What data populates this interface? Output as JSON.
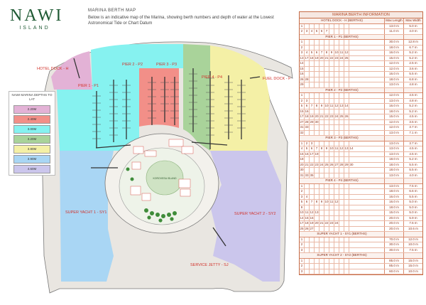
{
  "logo": {
    "main": "NAWI",
    "sub": "ISLAND"
  },
  "header": {
    "title": "MARINA BERTH MAP",
    "description": "Below is an indicative map of the Marina, showing berth numbers and depth of water at the Lowest Astronomical Tide or Chart Datum"
  },
  "legend": {
    "title": "NAWI MARINA DEPTHS TO LAT",
    "items": [
      {
        "label": "2.20M",
        "color": "#e3b2d6"
      },
      {
        "label": "2.40M",
        "color": "#f28f88"
      },
      {
        "label": "3.00M",
        "color": "#86f2f0"
      },
      {
        "label": "3.20M",
        "color": "#a9d39a"
      },
      {
        "label": "3.80M",
        "color": "#f4f0a6"
      },
      {
        "label": "3.90M",
        "color": "#a9d6f4"
      },
      {
        "label": "4.60M",
        "color": "#cbc6ec"
      }
    ]
  },
  "map": {
    "zones": {
      "hotel": {
        "color": "#e3b2d6"
      },
      "p1": {
        "color": "#86f2f0"
      },
      "p2": {
        "color": "#f28f88"
      },
      "p3": {
        "color": "#a9d39a"
      },
      "p4": {
        "color": "#f4f0a6"
      },
      "sy1": {
        "color": "#a9d6f4"
      },
      "sy2": {
        "color": "#cbc6ec"
      }
    },
    "labels": {
      "hotel_dock": "HOTEL DOCK - H",
      "pier1": "PIER 1 - P1",
      "pier2": "PIER 2 - P2",
      "pier3": "PIER 3 - P3",
      "pier4": "PIER 4 - P4",
      "fuel_dock": "FUEL DOCK - F",
      "sy1": "SUPER YACHT 1 - SY1",
      "sy2": "SUPER YACHT 2 - SY2",
      "service": "SERVICE JETTY - SJ",
      "island": "KOROVESA ISLAND"
    },
    "label_color": "#d1322b"
  },
  "table": {
    "title": "MARINA BERTH INFORMATION",
    "sections": [
      {
        "title": "HOTEL DOCK - H (BERTHS)",
        "h1": "Max Length",
        "h2": "Max Width",
        "rows": [
          {
            "nums": [
              "1"
            ],
            "len": "13.0 m",
            "wid": "5.0 m"
          },
          {
            "nums": [
              "2",
              "3",
              "4",
              "5",
              "6",
              "7"
            ],
            "len": "11.0 m",
            "wid": "4.0 m"
          }
        ]
      },
      {
        "title": "PIER 1 - P1 (BERTHS)",
        "h1": "",
        "h2": "",
        "rows": [
          {
            "nums": [
              "1"
            ],
            "len": "30.0 m",
            "wid": "12.8 m"
          },
          {
            "nums": [
              "2"
            ],
            "len": "18.0 m",
            "wid": "6.7 m"
          },
          {
            "nums": [
              "3",
              "4",
              "5",
              "6",
              "7",
              "8",
              "9",
              "10",
              "11",
              "12"
            ],
            "len": "16.0 m",
            "wid": "5.2 m"
          },
          {
            "nums": [
              "13",
              "17",
              "18",
              "19",
              "20",
              "21",
              "22",
              "23",
              "24",
              "25"
            ],
            "len": "15.0 m",
            "wid": "5.2 m"
          },
          {
            "nums": [
              "14"
            ],
            "len": "12.0 m",
            "wid": "2.5 m"
          },
          {
            "nums": [
              "15"
            ],
            "len": "12.0 m",
            "wid": "3.6 m"
          },
          {
            "nums": [
              "16"
            ],
            "len": "16.0 m",
            "wid": "5.5 m"
          },
          {
            "nums": [
              "26",
              "28"
            ],
            "len": "18.0 m",
            "wid": "6.8 m"
          },
          {
            "nums": [
              "29"
            ],
            "len": "13.0 m",
            "wid": "4.8 m"
          }
        ]
      },
      {
        "title": "PIER 2 - P2 (BERTHS)",
        "h1": "",
        "h2": "",
        "rows": [
          {
            "nums": [
              "1"
            ],
            "len": "12.0 m",
            "wid": "4.5 m"
          },
          {
            "nums": [
              "2",
              "3"
            ],
            "len": "13.0 m",
            "wid": "4.8 m"
          },
          {
            "nums": [
              "5",
              "6",
              "7",
              "8",
              "9",
              "10",
              "11",
              "12",
              "13",
              "14"
            ],
            "len": "16.0 m",
            "wid": "5.2 m"
          },
          {
            "nums": [
              "15",
              "16"
            ],
            "len": "18.0 m",
            "wid": "5.2 m"
          },
          {
            "nums": [
              "17",
              "18",
              "19",
              "20",
              "21",
              "22",
              "23",
              "24",
              "25",
              "26"
            ],
            "len": "15.0 m",
            "wid": "4.5 m"
          },
          {
            "nums": [
              "27",
              "28",
              "29",
              "30"
            ],
            "len": "12.0 m",
            "wid": "3.5 m"
          },
          {
            "nums": [
              "31",
              "33"
            ],
            "len": "12.0 m",
            "wid": "3.7 m"
          },
          {
            "nums": [
              "32"
            ],
            "len": "13.0 m",
            "wid": "7.1 m"
          }
        ]
      },
      {
        "title": "PIER 3 - P3 (BERTHS)",
        "h1": "",
        "h2": "",
        "rows": [
          {
            "nums": [
              "1",
              "2",
              "3"
            ],
            "len": "13.0 m",
            "wid": "3.7 m"
          },
          {
            "nums": [
              "4",
              "5",
              "6",
              "7",
              "8",
              "9",
              "10",
              "11",
              "12",
              "13",
              "14"
            ],
            "len": "13.0 m",
            "wid": "4.5 m"
          },
          {
            "nums": [
              "15",
              "16",
              "17",
              "19"
            ],
            "len": "13.0 m",
            "wid": "4.5 m"
          },
          {
            "nums": [
              "18"
            ],
            "len": "18.0 m",
            "wid": "5.2 m"
          },
          {
            "nums": [
              "20",
              "21",
              "22",
              "23",
              "24",
              "25",
              "26",
              "27",
              "28",
              "29",
              "30"
            ],
            "len": "18.0 m",
            "wid": "5.5 m"
          },
          {
            "nums": [
              "30"
            ],
            "len": "18.0 m",
            "wid": "5.5 m"
          },
          {
            "nums": [
              "31",
              "33",
              "35"
            ],
            "len": "13.0 m",
            "wid": "4.0 m"
          }
        ]
      },
      {
        "title": "PIER 4 - P4 (BERTHS)",
        "h1": "",
        "h2": "",
        "rows": [
          {
            "nums": [
              "1"
            ],
            "len": "13.0 m",
            "wid": "7.5 m"
          },
          {
            "nums": [
              "2"
            ],
            "len": "18.0 m",
            "wid": "6.6 m"
          },
          {
            "nums": [
              "3",
              "4"
            ],
            "len": "16.0 m",
            "wid": "5.5 m"
          },
          {
            "nums": [
              "5",
              "6",
              "7",
              "8",
              "9",
              "10",
              "11",
              "12"
            ],
            "len": "16.0 m",
            "wid": "5.0 m"
          },
          {
            "nums": [
              "9"
            ],
            "len": "18.0 m",
            "wid": "5.0 m"
          },
          {
            "nums": [
              "10",
              "11",
              "12",
              "13"
            ],
            "len": "15.0 m",
            "wid": "5.0 m"
          },
          {
            "nums": [
              "14",
              "15",
              "16"
            ],
            "len": "20.0 m",
            "wid": "5.9 m"
          },
          {
            "nums": [
              "17",
              "18",
              "19",
              "20",
              "21",
              "22",
              "23",
              "24"
            ],
            "len": "20.0 m",
            "wid": "7.6 m"
          },
          {
            "nums": [
              "25",
              "26",
              "27"
            ],
            "len": "20.0 m",
            "wid": "10.6 m"
          }
        ]
      },
      {
        "title": "SUPER YACHT 1 - SY1 (BERTHS)",
        "h1": "",
        "h2": "",
        "rows": [
          {
            "nums": [
              "1"
            ],
            "len": "70.0 m",
            "wid": "12.0 m"
          },
          {
            "nums": [
              "2"
            ],
            "len": "30.0 m",
            "wid": "10.0 m"
          },
          {
            "nums": [
              "3"
            ],
            "len": "30.0 m",
            "wid": "7.5 m"
          }
        ]
      },
      {
        "title": "SUPER YACHT 2 - SY2 (BERTHS)",
        "h1": "",
        "h2": "",
        "rows": [
          {
            "nums": [
              "1"
            ],
            "len": "85.0 m",
            "wid": "15.0 m"
          },
          {
            "nums": [
              "2"
            ],
            "len": "85.0 m",
            "wid": "15.0 m"
          },
          {
            "nums": [
              "3"
            ],
            "len": "60.0 m",
            "wid": "10.0 m"
          }
        ]
      }
    ]
  }
}
